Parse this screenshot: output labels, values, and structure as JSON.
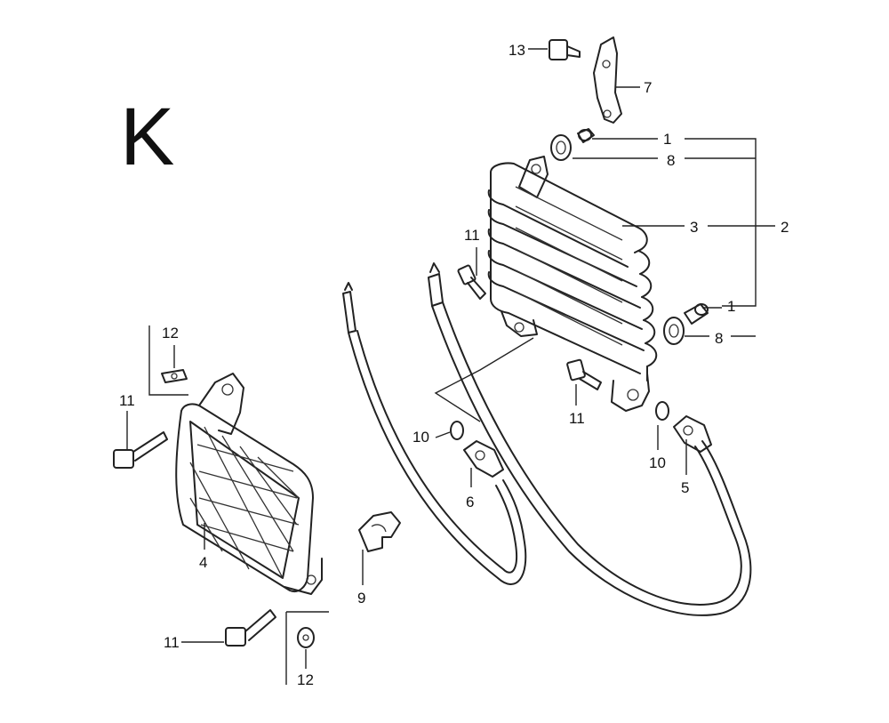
{
  "diagram": {
    "section_letter": "K",
    "callouts": {
      "c1_upper": "1",
      "c1_lower": "1",
      "c2": "2",
      "c3": "3",
      "c4": "4",
      "c5": "5",
      "c6": "6",
      "c7": "7",
      "c8_upper": "8",
      "c8_lower": "8",
      "c9": "9",
      "c10_left": "10",
      "c10_right": "10",
      "c11_cooler_left": "11",
      "c11_cooler_lower": "11",
      "c11_guard_upper": "11",
      "c11_guard_lower": "11",
      "c12_upper": "12",
      "c12_lower": "12",
      "c13": "13"
    }
  }
}
